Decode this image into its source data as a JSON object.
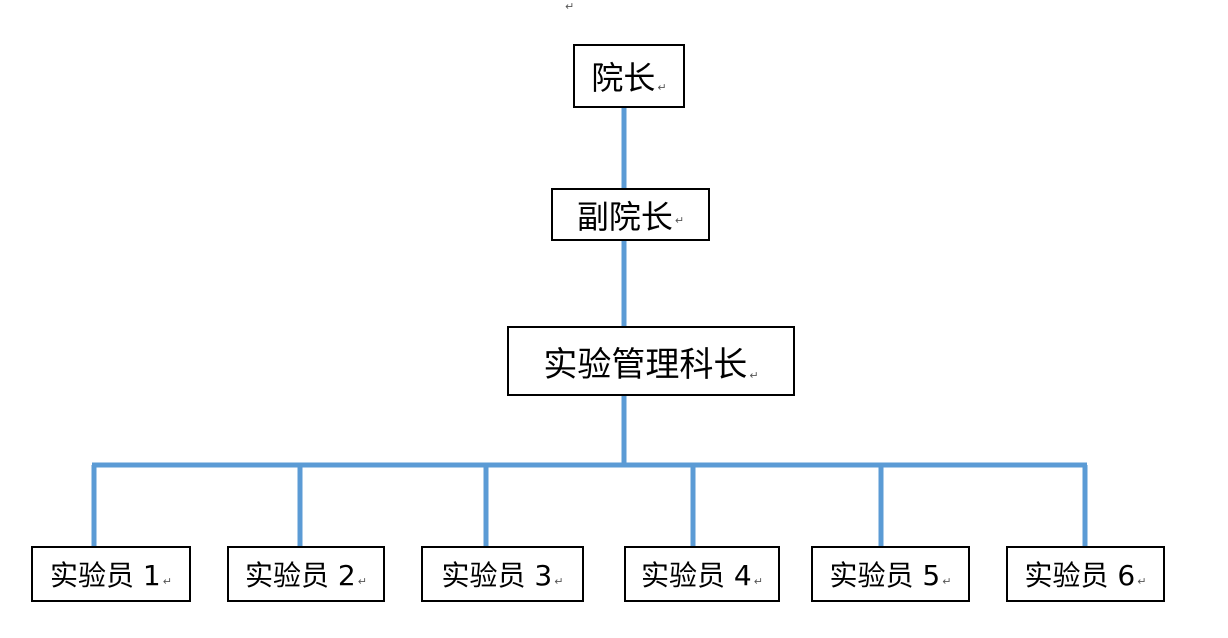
{
  "diagram": {
    "type": "org-chart",
    "line_color": "#5b9bd5",
    "border_color": "#000000",
    "paragraph_mark": "↵",
    "nodes": {
      "dean": "院长",
      "vice_dean": "副院长",
      "lab_manager": "实验管理科长",
      "staff": [
        "实验员 1",
        "实验员 2",
        "实验员 3",
        "实验员 4",
        "实验员 5",
        "实验员 6"
      ]
    },
    "edges": [
      [
        "dean",
        "vice_dean"
      ],
      [
        "vice_dean",
        "lab_manager"
      ],
      [
        "lab_manager",
        "staff_1"
      ],
      [
        "lab_manager",
        "staff_2"
      ],
      [
        "lab_manager",
        "staff_3"
      ],
      [
        "lab_manager",
        "staff_4"
      ],
      [
        "lab_manager",
        "staff_5"
      ],
      [
        "lab_manager",
        "staff_6"
      ]
    ]
  }
}
